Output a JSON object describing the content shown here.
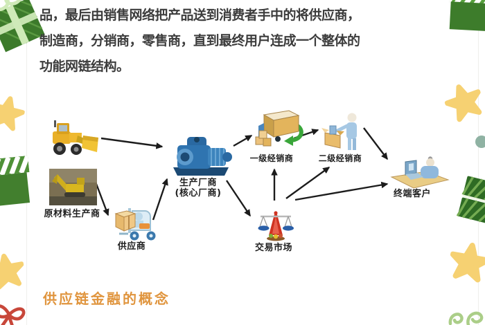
{
  "paragraph": {
    "lines": [
      "品，最后由销售网络把产品送到消费者手中的将供应商，",
      "制造商，分销商，零售商，直到最终用户连成一个整体的",
      "功能网链结构。"
    ]
  },
  "heading": {
    "text": "供应链金融的概念"
  },
  "diagram": {
    "nodes": {
      "raw_material": {
        "label": "原材料生产商",
        "icons": [
          "wheel-loader-icon",
          "excavator-photo-icon"
        ]
      },
      "supplier": {
        "label": "供应商",
        "icon": "forklift-icon"
      },
      "manufacturer": {
        "label": "生产厂商",
        "sublabel": "(核心厂商)",
        "icon": "industrial-machine-icon"
      },
      "tier1": {
        "label": "一级经销商",
        "icon": "box-truck-icon"
      },
      "tier2": {
        "label": "二级经销商",
        "icon": "person-packing-box-icon"
      },
      "market": {
        "label": "交易市场",
        "icon": "balance-scale-icon"
      },
      "end_customer": {
        "label": "终端客户",
        "icon": "person-at-computer-icon"
      }
    },
    "edges": [
      {
        "from": "raw_material",
        "to": "manufacturer"
      },
      {
        "from": "raw_material",
        "to": "supplier"
      },
      {
        "from": "supplier",
        "to": "manufacturer"
      },
      {
        "from": "manufacturer",
        "to": "tier1"
      },
      {
        "from": "manufacturer",
        "to": "market"
      },
      {
        "from": "tier1",
        "to": "tier2"
      },
      {
        "from": "tier2",
        "to": "end_customer"
      },
      {
        "from": "market",
        "to": "tier1"
      },
      {
        "from": "market",
        "to": "tier2"
      },
      {
        "from": "market",
        "to": "end_customer"
      }
    ]
  },
  "colors": {
    "text": "#3c3c3c",
    "heading_orange": "#e0953e",
    "arrow": "#1c1c1c",
    "gift_green": "#3f7e2c",
    "ribbon_light_green": "#cfeab8",
    "star_yellow": "#f6d172",
    "bow_red": "#c8473a",
    "curl_green": "#abce88",
    "dot_teal": "#8fb2a3"
  }
}
